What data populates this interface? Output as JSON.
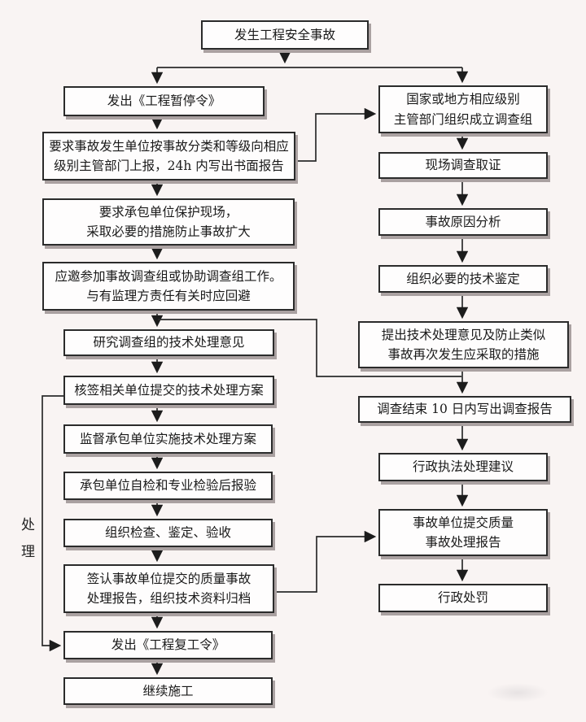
{
  "flowchart": {
    "title_node": {
      "lines": [
        "发生工程安全事故"
      ]
    },
    "side_label": "处理",
    "left": [
      {
        "id": "L1",
        "lines": [
          "发出《工程暂停令》"
        ]
      },
      {
        "id": "L2",
        "lines": [
          "要求事故发生单位按事故分类和等级向相应",
          "级别主管部门上报，24h 内写出书面报告"
        ]
      },
      {
        "id": "L3",
        "lines": [
          "要求承包单位保护现场，",
          "采取必要的措施防止事故扩大"
        ]
      },
      {
        "id": "L4",
        "lines": [
          "应邀参加事故调查组或协助调查组工作。",
          "与有监理方责任有关时应回避"
        ]
      },
      {
        "id": "L5",
        "lines": [
          "研究调查组的技术处理意见"
        ]
      },
      {
        "id": "L6",
        "lines": [
          "核签相关单位提交的技术处理方案"
        ]
      },
      {
        "id": "L7",
        "lines": [
          "监督承包单位实施技术处理方案"
        ]
      },
      {
        "id": "L8",
        "lines": [
          "承包单位自检和专业检验后报验"
        ]
      },
      {
        "id": "L9",
        "lines": [
          "组织检查、鉴定、验收"
        ]
      },
      {
        "id": "L10",
        "lines": [
          "签认事故单位提交的质量事故",
          "处理报告，组织技术资料归档"
        ]
      },
      {
        "id": "L11",
        "lines": [
          "发出《工程复工令》"
        ]
      },
      {
        "id": "L12",
        "lines": [
          "继续施工"
        ]
      }
    ],
    "right": [
      {
        "id": "R1",
        "lines": [
          "国家或地方相应级别",
          "主管部门组织成立调查组"
        ]
      },
      {
        "id": "R2",
        "lines": [
          "现场调查取证"
        ]
      },
      {
        "id": "R3",
        "lines": [
          "事故原因分析"
        ]
      },
      {
        "id": "R4",
        "lines": [
          "组织必要的技术鉴定"
        ]
      },
      {
        "id": "R5",
        "lines": [
          "提出技术处理意见及防止类似",
          "事故再次发生应采取的措施"
        ]
      },
      {
        "id": "R6",
        "lines": [
          "调查结束 10 日内写出调查报告"
        ]
      },
      {
        "id": "R7",
        "lines": [
          "行政执法处理建议"
        ]
      },
      {
        "id": "R8",
        "lines": [
          "事故单位提交质量",
          "事故处理报告"
        ]
      },
      {
        "id": "R9",
        "lines": [
          "行政处罚"
        ]
      }
    ]
  },
  "colors": {
    "background": "#f9f4f3",
    "box_fill": "#fefdfd",
    "line": "#2b2b2b",
    "shadow": "#aaa1a1",
    "text": "#191919"
  }
}
